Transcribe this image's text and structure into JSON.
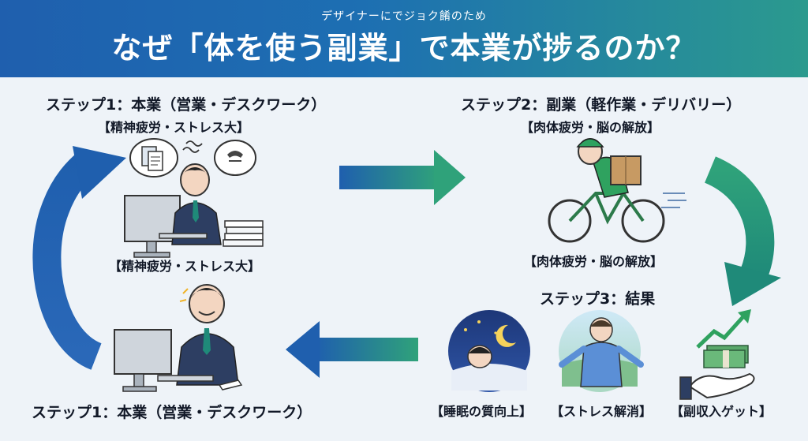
{
  "header": {
    "subtitle": "デザイナーにでジョク餚のため",
    "title": "なぜ「体を使う副業」で本業が捗るのか？"
  },
  "step1_top": {
    "heading": "ステップ1：本業（営業・デスクワーク）",
    "sub": "【精神疲労・ストレス大】",
    "caption": "【精神疲労・ストレス大】"
  },
  "step2": {
    "heading": "ステップ2：副業（軽作業・デリバリー）",
    "sub": "【肉体疲労・脳の解放】",
    "caption": "【肉体疲労・脳の解放】"
  },
  "step3": {
    "heading": "ステップ3：結果",
    "results": [
      "【睡眠の質向上】",
      "【ストレス解消】",
      "【副収入ゲット】"
    ]
  },
  "step1_bottom": {
    "heading": "ステップ1：本業（営業・デスクワーク）"
  },
  "colors": {
    "header_start": "#1f5fae",
    "header_end": "#2b9a8e",
    "arrow_blue": "#1f5fae",
    "arrow_green": "#2fa27a"
  },
  "icons": [
    "document-icon",
    "stress-icon",
    "phone-icon",
    "sleep-icon",
    "relax-icon",
    "money-icon"
  ]
}
